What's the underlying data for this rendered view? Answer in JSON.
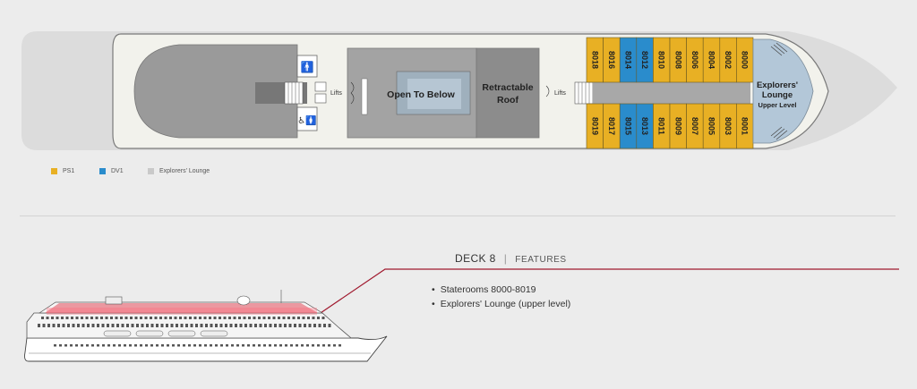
{
  "deck_plan": {
    "cabins_top": [
      {
        "number": "8018",
        "category": "PS1"
      },
      {
        "number": "8016",
        "category": "PS1"
      },
      {
        "number": "8014",
        "category": "DV1"
      },
      {
        "number": "8012",
        "category": "DV1"
      },
      {
        "number": "8010",
        "category": "PS1"
      },
      {
        "number": "8008",
        "category": "PS1"
      },
      {
        "number": "8006",
        "category": "PS1"
      },
      {
        "number": "8004",
        "category": "PS1"
      },
      {
        "number": "8002",
        "category": "PS1"
      },
      {
        "number": "8000",
        "category": "PS1"
      }
    ],
    "cabins_bottom": [
      {
        "number": "8019",
        "category": "PS1"
      },
      {
        "number": "8017",
        "category": "PS1"
      },
      {
        "number": "8015",
        "category": "DV1"
      },
      {
        "number": "8013",
        "category": "DV1"
      },
      {
        "number": "8011",
        "category": "PS1"
      },
      {
        "number": "8009",
        "category": "PS1"
      },
      {
        "number": "8007",
        "category": "PS1"
      },
      {
        "number": "8005",
        "category": "PS1"
      },
      {
        "number": "8003",
        "category": "PS1"
      },
      {
        "number": "8001",
        "category": "PS1"
      }
    ],
    "lifts_aft": "Lifts",
    "lifts_fwd": "Lifts",
    "open_to_below": "Open To Below",
    "retractable_roof_line1": "Retractable",
    "retractable_roof_line2": "Roof",
    "explorers_lounge_line1": "Explorers'",
    "explorers_lounge_line2": "Lounge",
    "explorers_lounge_line3": "Upper Level",
    "restroom_icon": "restroom-icon",
    "accessible_icon": "accessible-restroom-icon"
  },
  "legend": [
    {
      "label": "PS1",
      "color": "#e8b024"
    },
    {
      "label": "DV1",
      "color": "#2a8ccc"
    },
    {
      "label": "Explorers' Lounge",
      "color": "#c9c9c9"
    }
  ],
  "features": {
    "deck_title": "DECK 8",
    "separator": "|",
    "section_label": "FEATURES",
    "items": [
      "Staterooms 8000-8019",
      "Explorers' Lounge (upper level)"
    ]
  },
  "colors": {
    "ps1": "#e8b024",
    "dv1": "#2a8ccc",
    "lounge": "#b3c7d8",
    "accent_line": "#a0192e"
  }
}
